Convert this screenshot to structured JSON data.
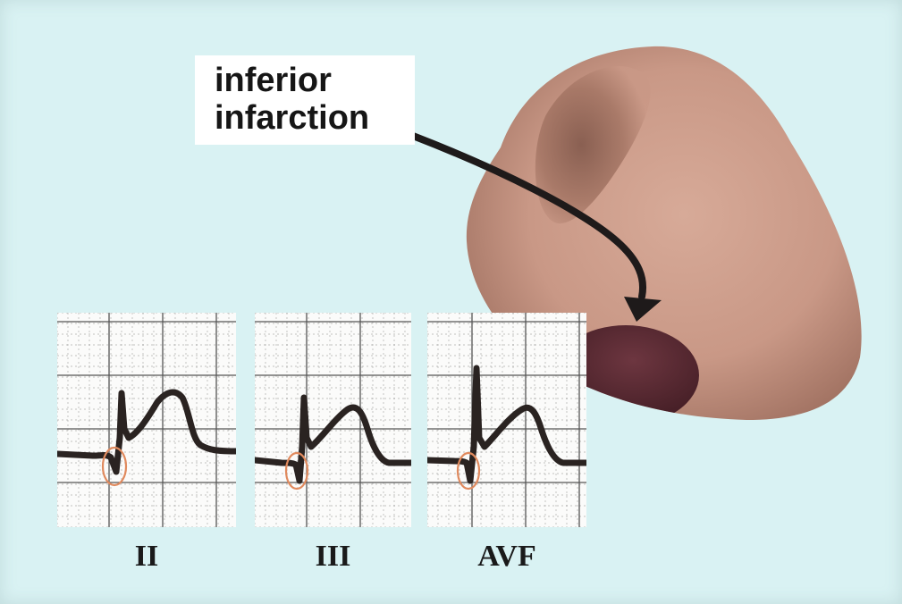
{
  "callout": {
    "line1": "inferior",
    "line2": "infarction"
  },
  "leads": [
    {
      "label": "II"
    },
    {
      "label": "III"
    },
    {
      "label": "AVF"
    }
  ],
  "colors": {
    "background": "#d9f2f3",
    "heart": "#c99886",
    "infarct": "#5a2a33",
    "arrow": "#1e1a1a",
    "trace": "#2a2321",
    "grid": "#8c8c8c",
    "q_wave_circle": "#e08a5e"
  }
}
